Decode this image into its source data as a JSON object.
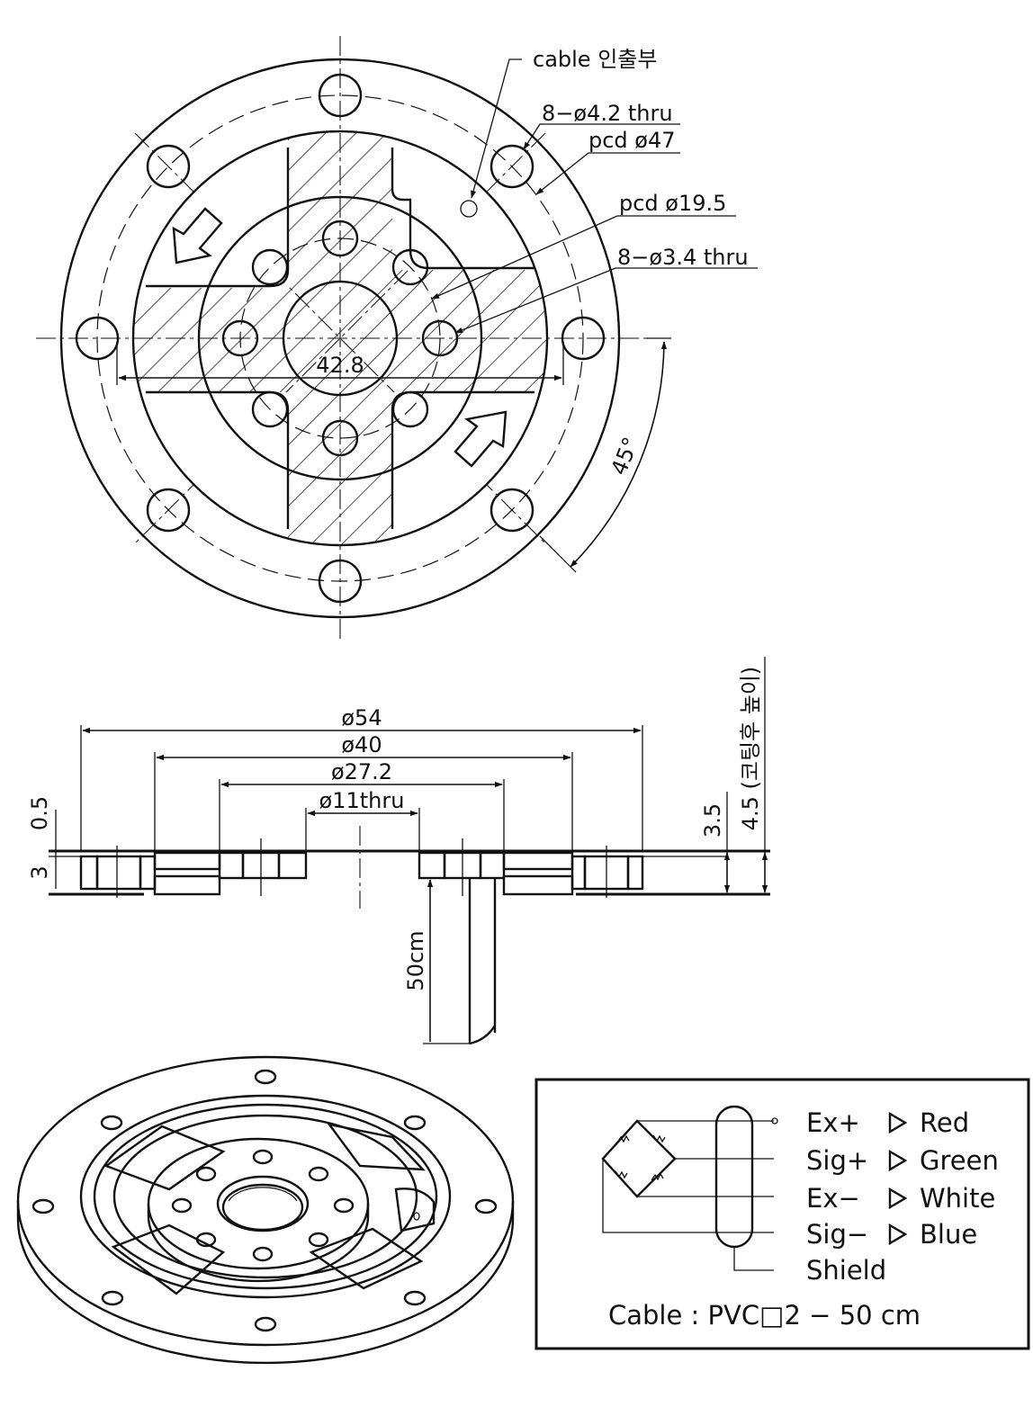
{
  "top_view": {
    "cable_exit": "cable 인출부",
    "hole_outer": "8−ø4.2 thru",
    "pcd_outer": "pcd ø47",
    "pcd_inner": "pcd ø19.5",
    "hole_inner": "8−ø3.4 thru",
    "width": "42.8",
    "angle": "45°"
  },
  "side_view": {
    "d54": "ø54",
    "d40": "ø40",
    "d27": "ø27.2",
    "d11": "ø11thru",
    "t05": "0.5",
    "t3": "3",
    "t35": "3.5",
    "t45": "4.5 (코팅후 높이)",
    "cable_len": "50cm"
  },
  "wiring": {
    "rows": [
      {
        "pin": "Ex+",
        "color": "Red"
      },
      {
        "pin": "Sig+",
        "color": "Green"
      },
      {
        "pin": "Ex−",
        "color": "White"
      },
      {
        "pin": "Sig−",
        "color": "Blue"
      }
    ],
    "shield": "Shield",
    "cable": "Cable : PVC□2 − 50 cm"
  }
}
